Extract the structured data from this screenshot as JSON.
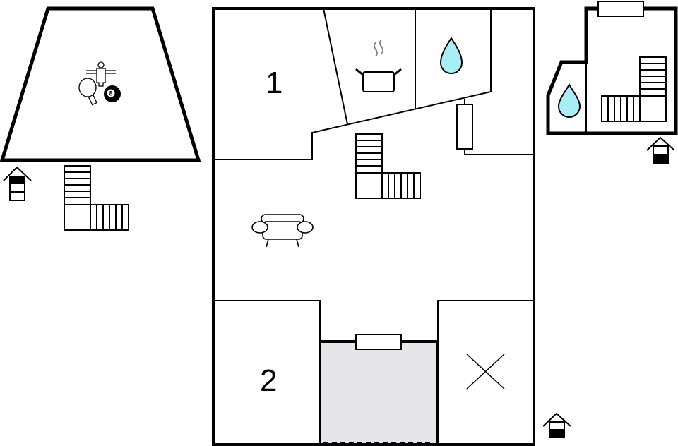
{
  "rooms": {
    "bedroom_1": {
      "label": "1"
    },
    "bedroom_2": {
      "label": "2"
    }
  },
  "icons": [
    "game-room-icon",
    "foosball-icon",
    "ping-pong-paddle-icon",
    "billiard-ball-icon",
    "stairs-icon",
    "entrance-icon",
    "kitchen-pot-icon",
    "water-drop-icon",
    "radiator-icon",
    "sofa-icon",
    "window-icon",
    "cross-icon"
  ],
  "billiard_ball_number": "8",
  "colors": {
    "wall": "#000000",
    "water": "#a9eef4",
    "garage": "#e6e6ea",
    "steam": "#8a8a8a"
  }
}
